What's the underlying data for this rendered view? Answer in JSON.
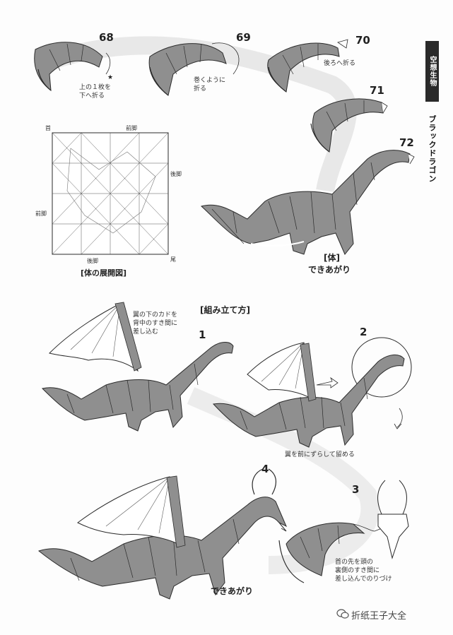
{
  "sidebar": {
    "category": "空想生物",
    "title": "ブラックドラゴン"
  },
  "steps": {
    "s68": "68",
    "s69": "69",
    "s70": "70",
    "s71": "71",
    "s72": "72",
    "a1": "1",
    "a2": "2",
    "a3": "3",
    "a4": "4"
  },
  "notes": {
    "n68": "上の１枚を\n下へ折る",
    "n69": "巻くように\n折る",
    "n70": "後ろへ折る",
    "body_label": "[体]",
    "body_done": "できあがり",
    "wing_insert": "翼の下のカドを\n背中のすき間に\n差し込む",
    "wing_shift": "翼を前にずらして留める",
    "neck_glue": "首の先を頭の\n裏側のすき間に\n差し込んでのりづけ",
    "final_done": "できあがり"
  },
  "crease": {
    "caption": "[体の展開図]",
    "neck": "首",
    "front_leg_top": "前脚",
    "back_leg_right": "後脚",
    "front_leg_left": "前脚",
    "back_leg_bottom": "後脚",
    "tail": "尾"
  },
  "assembly": {
    "heading": "[組み立て方]"
  },
  "watermark": {
    "text": "折纸王子大全"
  },
  "colors": {
    "paper_gray": "#8f8f8f",
    "line": "#2b2b2b",
    "path": "#e6e6e6"
  }
}
